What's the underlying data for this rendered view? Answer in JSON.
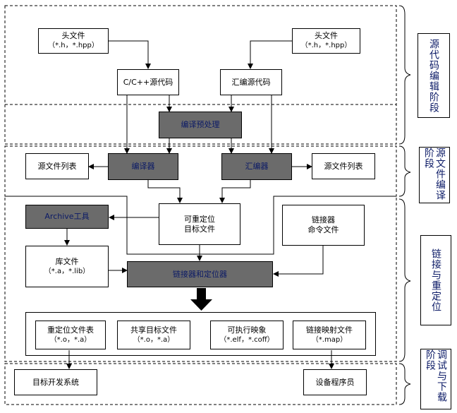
{
  "nodes": {
    "header_left": {
      "title": "头文件",
      "sub": "（*.h，*.hpp）"
    },
    "header_right": {
      "title": "头文件",
      "sub": "（*.h，*.hpp）"
    },
    "c_source": {
      "label": "C/C++源代码"
    },
    "asm_source": {
      "label": "汇编源代码"
    },
    "preprocess": {
      "label": "编译预处理"
    },
    "src_list_left": {
      "label": "源文件列表"
    },
    "compiler": {
      "label": "编译器"
    },
    "assembler": {
      "label": "汇编器"
    },
    "src_list_right": {
      "label": "源文件列表"
    },
    "archive_tool": {
      "label": "Archive工具"
    },
    "relocatable": {
      "line1": "可重定位",
      "line2": "目标文件"
    },
    "linker_cmd": {
      "line1": "链接器",
      "line2": "命令文件"
    },
    "lib_file": {
      "title": "库文件",
      "sub": "（*.a，*.lib）"
    },
    "linker_locator": {
      "label": "链接器和定位器"
    },
    "out_reloc": {
      "title": "重定位文件表",
      "sub": "（*.o，*.a）"
    },
    "out_shared": {
      "title": "共享目标文件",
      "sub": "（*.o，*.a）"
    },
    "out_exec": {
      "title": "可执行映象",
      "sub": "（*.elf，*.coff）"
    },
    "out_map": {
      "title": "链接映射文件",
      "sub": "（*.map）"
    },
    "target_dev": {
      "label": "目标开发系统"
    },
    "programmer": {
      "label": "设备程序员"
    }
  },
  "stages": {
    "s1": "源代码编辑阶段",
    "s2": "源文件编译阶段",
    "s3": "链接与重定位",
    "s4": "调试与下载阶段"
  }
}
